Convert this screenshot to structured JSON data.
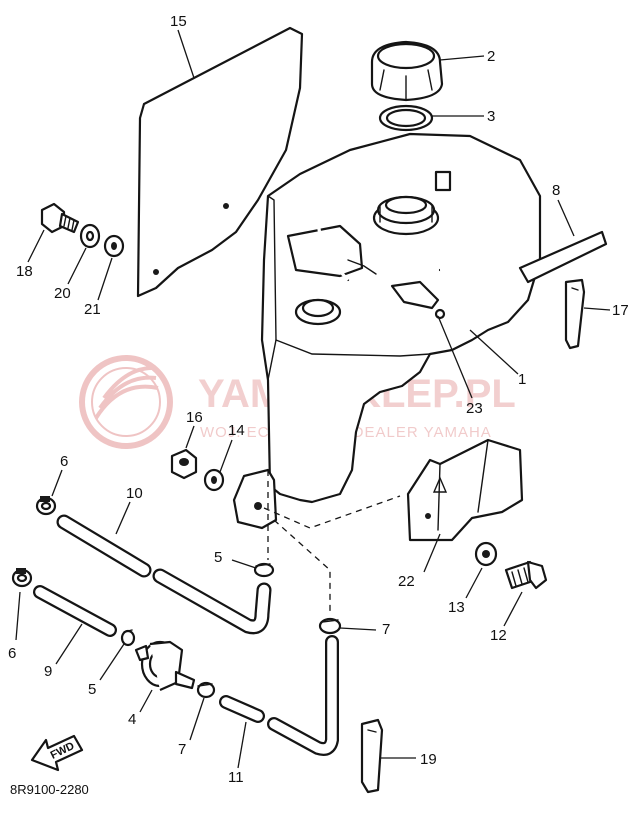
{
  "diagram": {
    "drawing_code": "8R9100-2280",
    "fwd_label": "FWD",
    "watermark": {
      "brand": "YAMA-SKLEP.PL",
      "subtitle": "WOJ. ECHOWICZ - DEALER YAMAHA"
    },
    "callouts": [
      {
        "id": "c1",
        "label": "1"
      },
      {
        "id": "c2",
        "label": "2"
      },
      {
        "id": "c3",
        "label": "3"
      },
      {
        "id": "c4",
        "label": "4"
      },
      {
        "id": "c5a",
        "label": "5"
      },
      {
        "id": "c5b",
        "label": "5"
      },
      {
        "id": "c6a",
        "label": "6"
      },
      {
        "id": "c6b",
        "label": "6"
      },
      {
        "id": "c7a",
        "label": "7"
      },
      {
        "id": "c7b",
        "label": "7"
      },
      {
        "id": "c8",
        "label": "8"
      },
      {
        "id": "c9",
        "label": "9"
      },
      {
        "id": "c10",
        "label": "10"
      },
      {
        "id": "c11",
        "label": "11"
      },
      {
        "id": "c12",
        "label": "12"
      },
      {
        "id": "c13",
        "label": "13"
      },
      {
        "id": "c14",
        "label": "14"
      },
      {
        "id": "c15",
        "label": "15"
      },
      {
        "id": "c16",
        "label": "16"
      },
      {
        "id": "c17",
        "label": "17"
      },
      {
        "id": "c18",
        "label": "18"
      },
      {
        "id": "c19",
        "label": "19"
      },
      {
        "id": "c20",
        "label": "20"
      },
      {
        "id": "c21",
        "label": "21"
      },
      {
        "id": "c22",
        "label": "22"
      },
      {
        "id": "c23",
        "label": "23"
      }
    ]
  }
}
